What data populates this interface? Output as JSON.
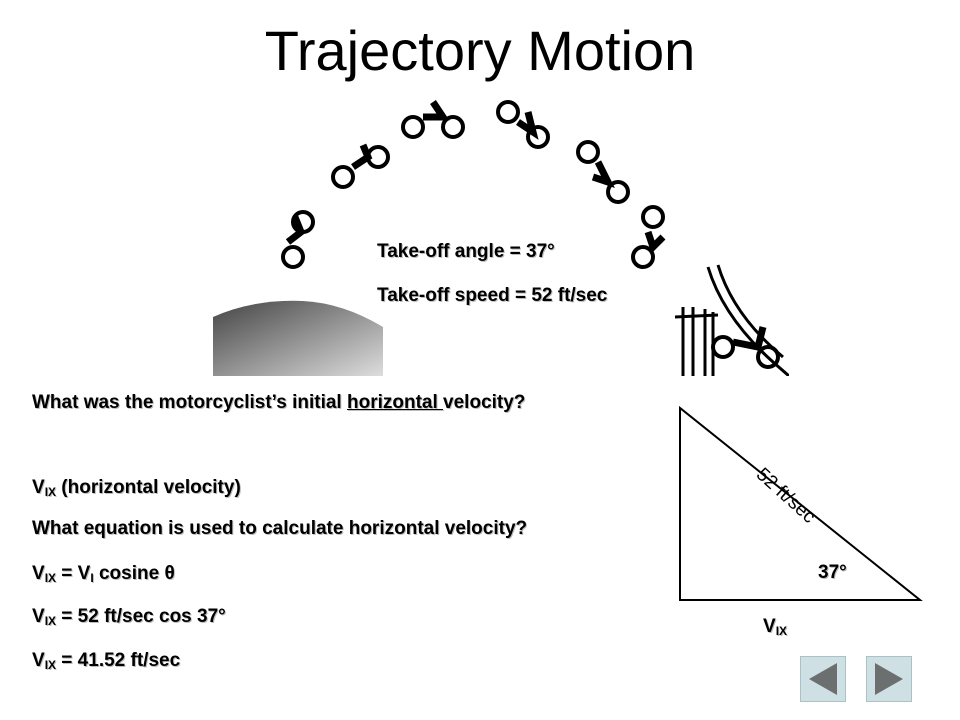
{
  "title": "Trajectory Motion",
  "photo": {
    "takeoff_angle": "Take-off angle = 37°",
    "takeoff_speed": "Take-off speed = 52 ft/sec"
  },
  "content": {
    "question_prefix": "What was the motorcyclist’s initial ",
    "question_underlined": "horizontal ",
    "question_suffix": "velocity?",
    "vix_symbol": "V",
    "vix_sub": "IX",
    "vix_desc": " (horizontal velocity)",
    "equation_question": "What equation is used to calculate horizontal velocity?",
    "eq1_v": "V",
    "eq1_sub": "IX",
    "eq1_mid": " = V",
    "eq1_sub2": "I",
    "eq1_rest": " cosine θ",
    "eq2_v": "V",
    "eq2_sub": "IX",
    "eq2_rest": " = 52 ft/sec cos 37°",
    "eq3_v": "V",
    "eq3_sub": "IX",
    "eq3_rest": " = 41.52 ft/sec"
  },
  "triangle": {
    "hypotenuse_label": "52 ft/sec",
    "angle_label": "37°",
    "base_symbol": "V",
    "base_sub": "IX"
  },
  "nav": {
    "prev_icon": "triangle-left-icon",
    "next_icon": "triangle-right-icon"
  }
}
